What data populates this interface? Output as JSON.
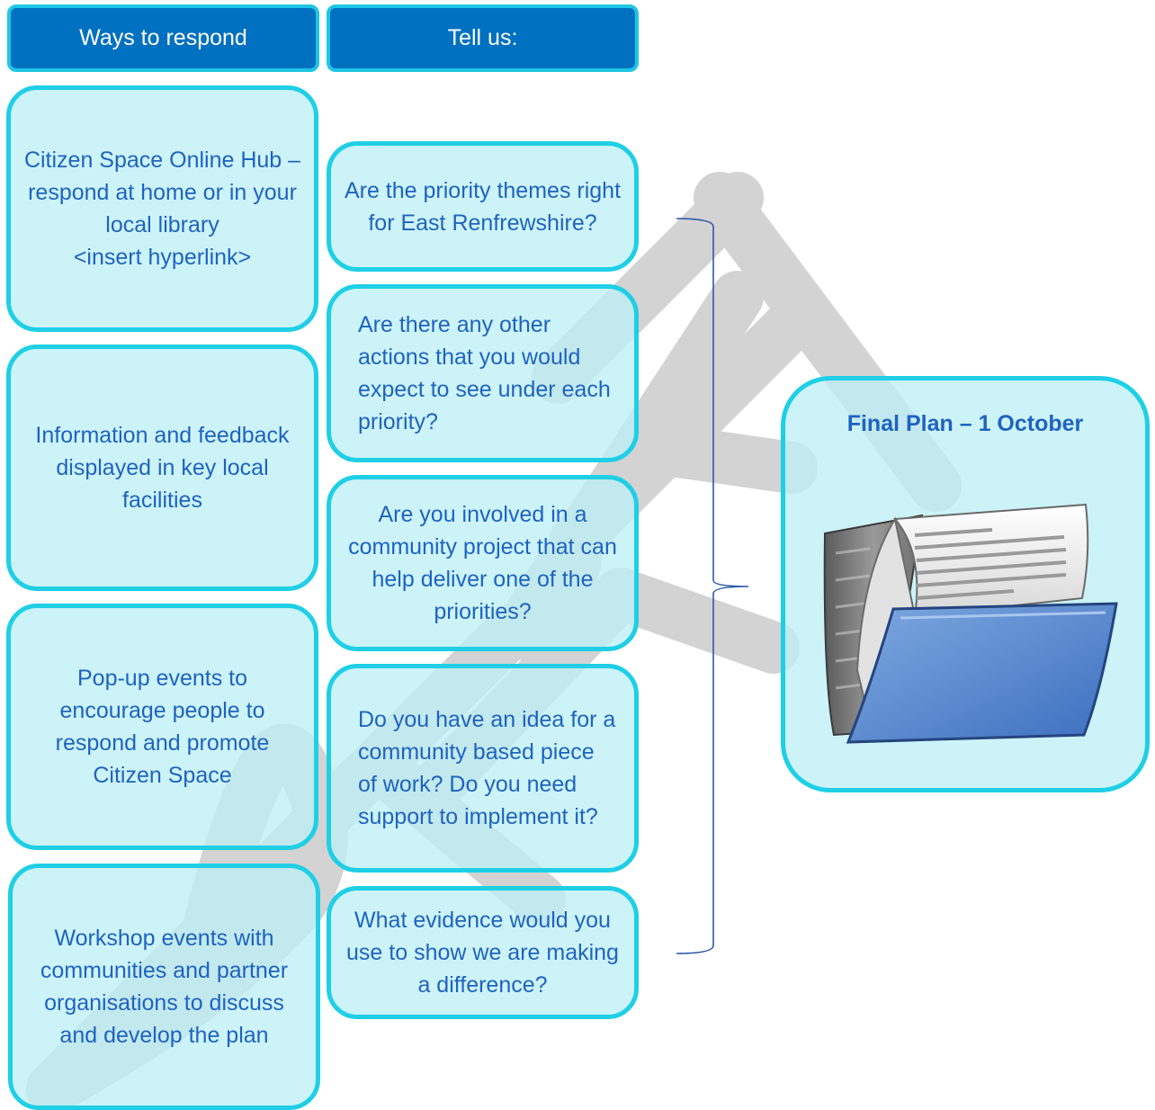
{
  "headers": {
    "ways_to_respond": "Ways to respond",
    "tell_us": "Tell us:"
  },
  "ways": [
    "Citizen Space Online Hub – respond at home or in your local library\n<insert hyperlink>",
    "Information and feedback displayed in key local facilities",
    "Pop-up events to encourage people to respond and promote Citizen Space",
    "Workshop events with communities and partner organisations to discuss and develop the plan"
  ],
  "questions": [
    "Are the priority themes right for East Renfrewshire?",
    "Are there any other actions that you would expect to see under each priority?",
    "Are you involved in a community project that can help deliver one of the priorities?",
    "Do you have an idea for a community based piece of work?   Do you need support to implement it?",
    "What evidence would you use to show we are making a difference?"
  ],
  "final_plan": {
    "title": "Final Plan – 1 October",
    "icon": "folder-with-document-icon"
  },
  "watermark": {
    "text": "DRAFT",
    "color": "#d3d3d3"
  },
  "colors": {
    "header_fill": "#0070c0",
    "box_border": "#1fcfe6",
    "box_fill": "#bef0f6",
    "text": "#1e63c0",
    "bracket": "#2e5aa8"
  }
}
